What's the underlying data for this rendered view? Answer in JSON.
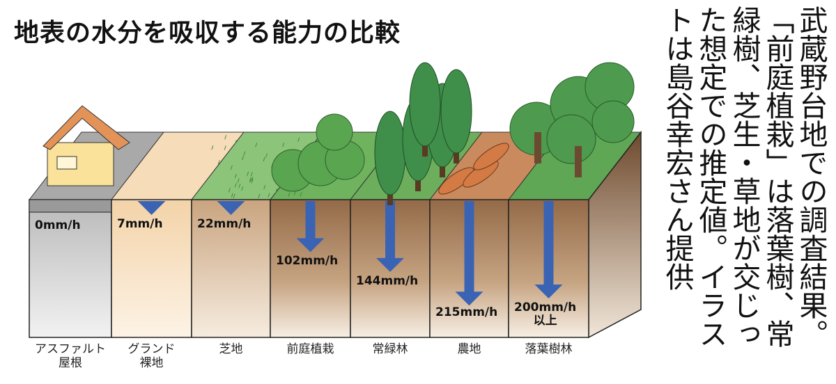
{
  "title": "地表の水分を吸収する能力の比較",
  "note_lines": [
    "武蔵野台地での調査結果。",
    "「前庭植栽」は落葉樹、常",
    "緑樹、芝生・草地が交じっ",
    "た想定での推定値。イラス",
    "トは島谷幸宏さん提供"
  ],
  "colors": {
    "arrow": "#3b63b3",
    "asphalt": "#c9c9c9",
    "bare": "#f5dcb8",
    "turf": "#d9bf9e",
    "soil": "#a98262",
    "grass": "#7cbf6a",
    "tree": "#3f8f4a"
  },
  "categories": [
    {
      "label_line1": "アスファルト",
      "label_line2": "屋根",
      "value_text": "0mm/h",
      "value": 0
    },
    {
      "label_line1": "グランド",
      "label_line2": "裸地",
      "value_text": "7mm/h",
      "value": 7
    },
    {
      "label_line1": "芝地",
      "label_line2": "",
      "value_text": "22mm/h",
      "value": 22
    },
    {
      "label_line1": "前庭植栽",
      "label_line2": "",
      "value_text": "102mm/h",
      "value": 102
    },
    {
      "label_line1": "常緑林",
      "label_line2": "",
      "value_text": "144mm/h",
      "value": 144
    },
    {
      "label_line1": "農地",
      "label_line2": "",
      "value_text": "215mm/h",
      "value": 215
    },
    {
      "label_line1": "落葉樹林",
      "label_line2": "",
      "value_text": "200mm/h",
      "value_extra": "以上",
      "value": 200
    }
  ]
}
